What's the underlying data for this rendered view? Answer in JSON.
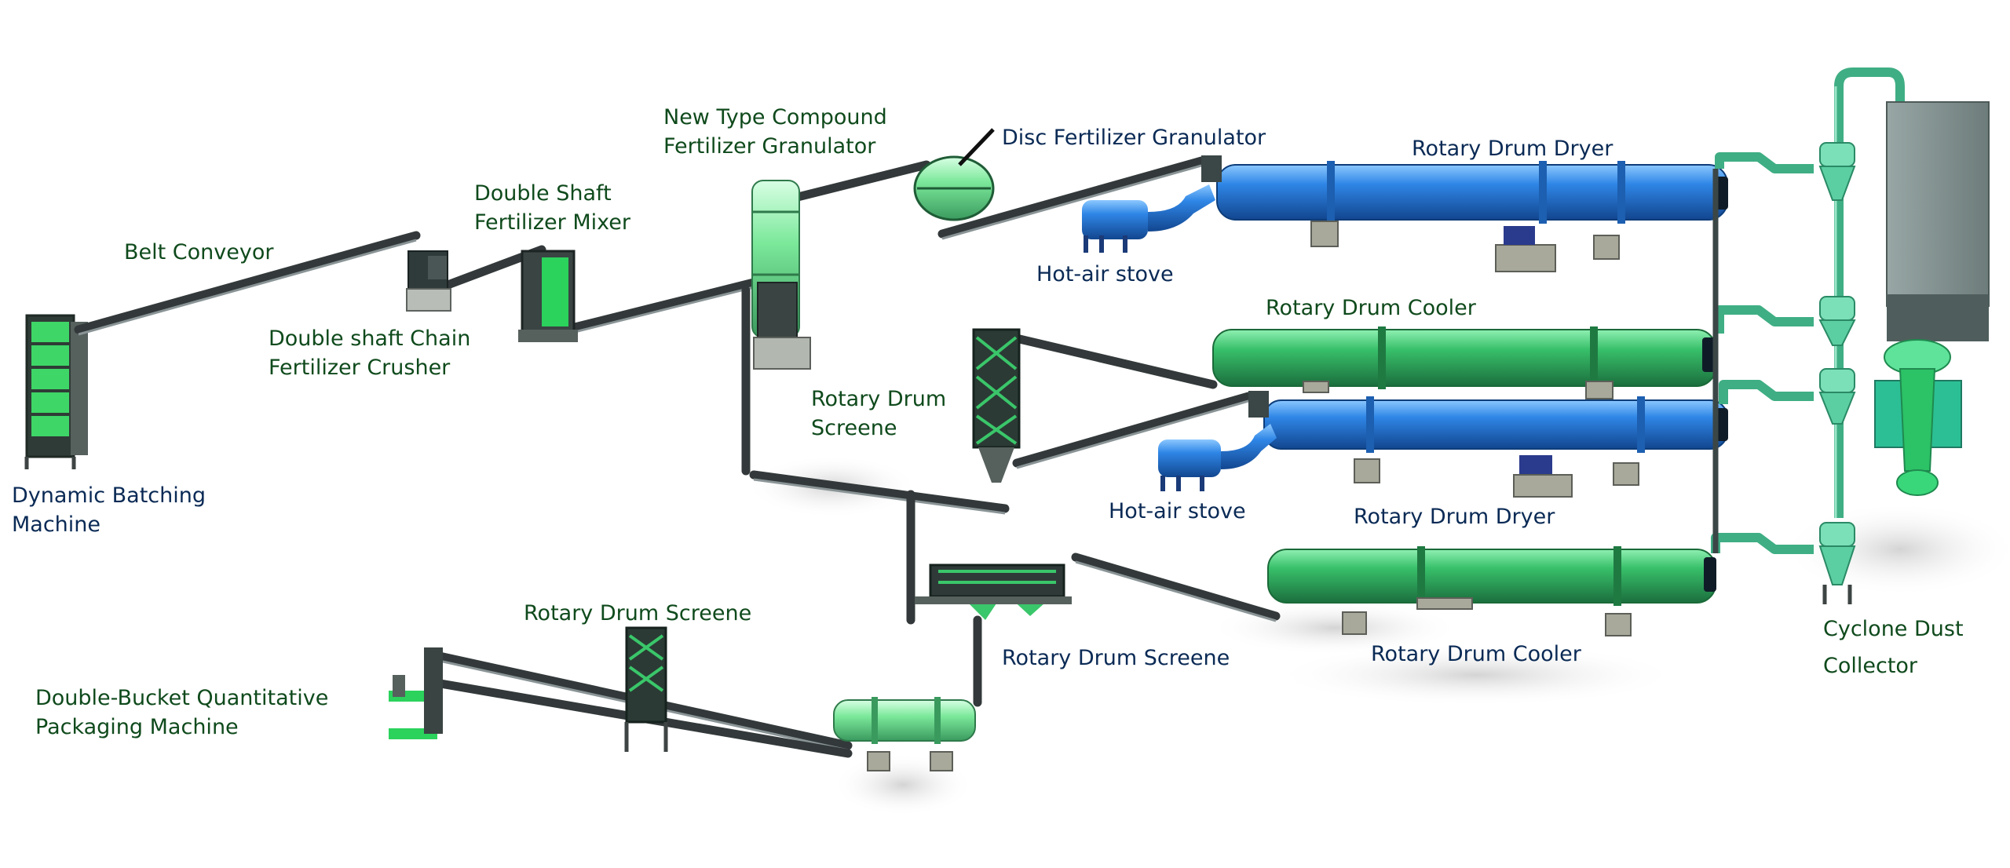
{
  "labels": {
    "belt_conveyor": "Belt Conveyor",
    "double_shaft_mixer": [
      "Double Shaft",
      "Fertilizer Mixer"
    ],
    "compound_granulator": [
      "New Type Compound",
      "Fertilizer Granulator"
    ],
    "disc_granulator": "Disc Fertilizer Granulator",
    "dryer_top": "Rotary Drum Dryer",
    "hot_air_stove_top": "Hot-air stove",
    "cooler_top": "Rotary Drum Cooler",
    "chain_crusher": [
      "Double shaft Chain",
      "Fertilizer Crusher"
    ],
    "screen_mid": [
      "Rotary Drum",
      "Screene"
    ],
    "batching_machine": [
      "Dynamic Batching",
      "Machine"
    ],
    "hot_air_stove_bottom": "Hot-air stove",
    "dryer_bottom": "Rotary Drum Dryer",
    "screen_upper_left": "Rotary Drum Screene",
    "screen_lower": "Rotary Drum Screene",
    "cooler_bottom": "Rotary Drum Cooler",
    "cyclone": [
      "Cyclone Dust",
      "Collector"
    ],
    "packaging_machine": [
      "Double-Bucket Quantitative",
      "Packaging Machine"
    ]
  },
  "colors": {
    "dryer_blue": "#2f86e6",
    "cooler_green": "#38c06a",
    "granulator_green": "#7be89a",
    "duct_green": "#3fae84",
    "label_green": "#0f4a1c",
    "label_blue": "#0a2a55"
  }
}
